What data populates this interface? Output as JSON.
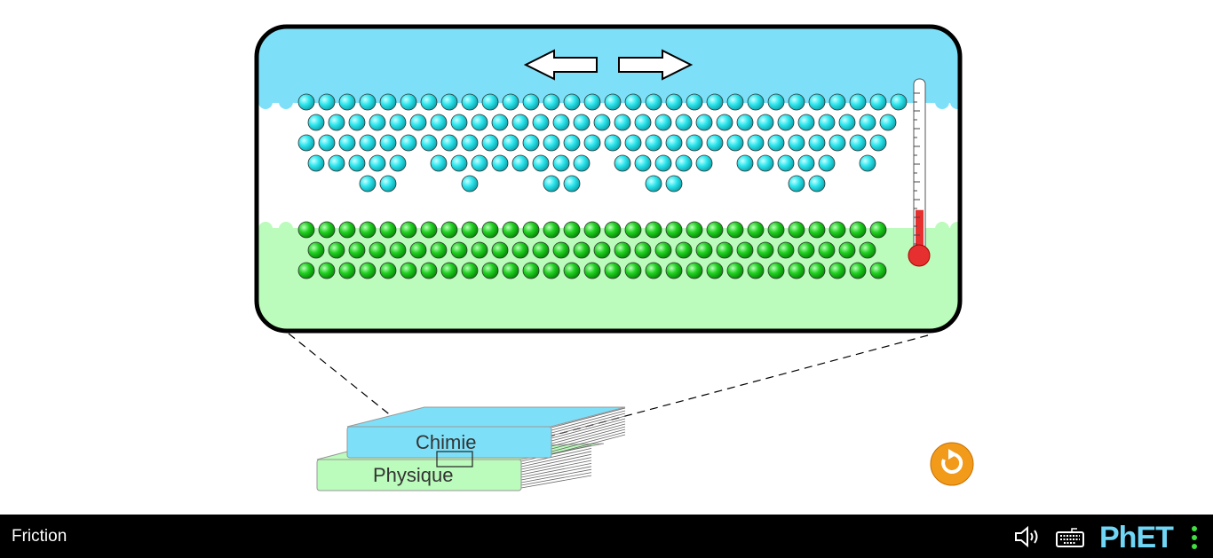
{
  "app": {
    "title": "Friction"
  },
  "books": {
    "top": "Chimie",
    "bottom": "Physique"
  },
  "colors": {
    "top_atom": "#2ee6ee",
    "bottom_atom": "#22d022",
    "top_bg": "#7ee0f8",
    "bottom_bg": "#bbfbbb"
  },
  "atoms": {
    "top_rows": [
      {
        "offset": false,
        "cols": "111111111111111111111111111111"
      },
      {
        "offset": true,
        "cols": "11111111111111111111111111111"
      },
      {
        "offset": false,
        "cols": "11111111111111111111111111111"
      },
      {
        "offset": true,
        "cols": "1111101111111101111101111101"
      },
      {
        "offset": false,
        "cols": "00011000100011000110000011"
      }
    ],
    "bottom_rows": [
      {
        "offset": false,
        "cols": "11111111111111111111111111111"
      },
      {
        "offset": true,
        "cols": "1111111111111111111111111111"
      },
      {
        "offset": false,
        "cols": "11111111111111111111111111111"
      }
    ]
  },
  "thermometer": {
    "level": 0.25
  },
  "navbar": {
    "logo": "PhET",
    "icons": [
      "sound-icon",
      "keyboard-icon",
      "menu-icon"
    ]
  }
}
